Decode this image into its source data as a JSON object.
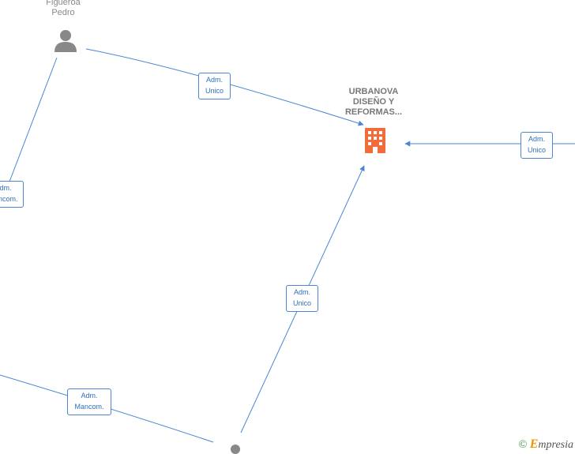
{
  "nodes": {
    "person_top": {
      "name_line1": "Figueroa",
      "name_line2": "Pedro",
      "icon": "person-icon"
    },
    "company": {
      "line1": "URBANOVA",
      "line2": "DISEÑO Y",
      "line3": "REFORMAS...",
      "icon": "building-icon"
    },
    "person_bottom": {
      "icon": "person-icon"
    }
  },
  "edges": {
    "e1": {
      "line1": "Adm.",
      "line2": "Unico"
    },
    "e2": {
      "line1": "Adm.",
      "line2": "Unico"
    },
    "e3": {
      "line1": "Adm.",
      "line2": "Unico"
    },
    "e4": {
      "line1": "Adm.",
      "line2": "Mancom."
    },
    "e5": {
      "line1": "Adm.",
      "line2": "Mancom."
    }
  },
  "colors": {
    "edge": "#4a86d4",
    "company": "#f26b3a",
    "person": "#888888"
  },
  "watermark": {
    "copyright": "©",
    "brand_initial": "E",
    "brand_rest": "mpresia"
  }
}
